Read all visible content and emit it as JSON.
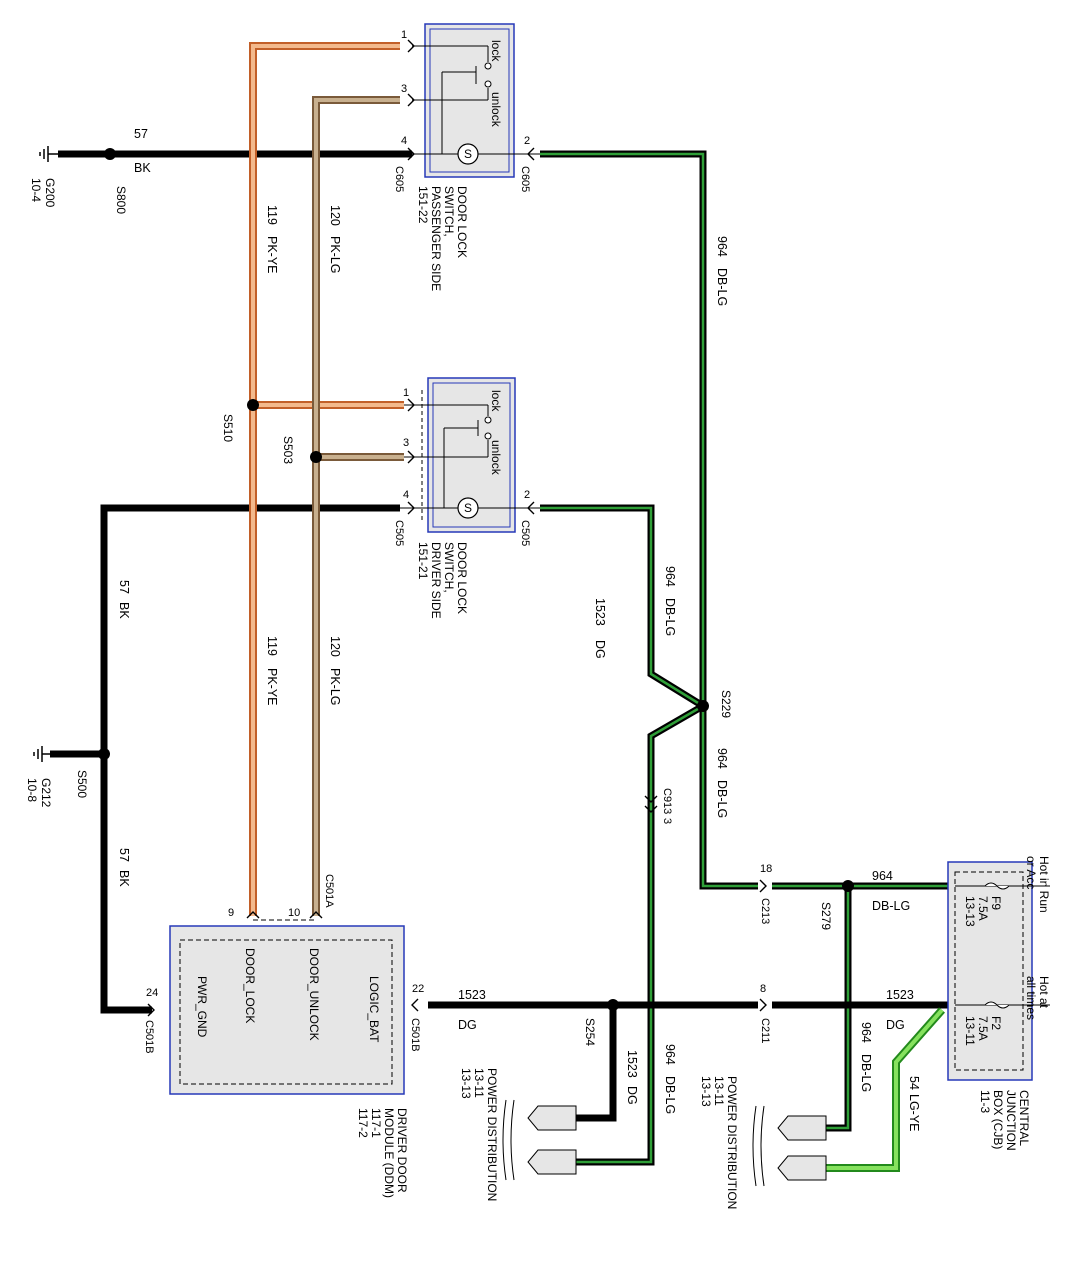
{
  "colors": {
    "black_wire": "#000000",
    "pk_ye_fill": "#f3b98c",
    "pk_ye_edge": "#c25f28",
    "pk_lg_fill": "#c8b08f",
    "pk_lg_edge": "#7a5a3a",
    "db_lg_stripe": "#2f9f38",
    "lg_ye_fill": "#86e25e",
    "lg_ye_edge": "#238a1c",
    "module_fill": "#e6e6e6",
    "module_border": "#2638b8"
  },
  "grounds": {
    "g200": {
      "name": "G200",
      "ref": "10-4"
    },
    "g212": {
      "name": "G212",
      "ref": "10-8"
    }
  },
  "splices": {
    "s800": "S800",
    "s510": "S510",
    "s503": "S503",
    "s500": "S500",
    "s229": "S229",
    "s279": "S279",
    "s254": "S254"
  },
  "wires": {
    "w57_top": {
      "circuit": "57",
      "color": "BK"
    },
    "w57_left": {
      "circuit": "57",
      "color": "BK"
    },
    "w57_left2": {
      "circuit": "57",
      "color": "BK"
    },
    "w119_top": {
      "circuit": "119",
      "color": "PK-YE"
    },
    "w119_mid": {
      "circuit": "119",
      "color": "PK-YE"
    },
    "w120_top": {
      "circuit": "120",
      "color": "PK-LG"
    },
    "w120_mid": {
      "circuit": "120",
      "color": "PK-LG"
    },
    "w964_right": {
      "circuit": "964",
      "color": "DB-LG"
    },
    "w964_mid": {
      "circuit": "964",
      "color": "DB-LG"
    },
    "w964_s229": {
      "circuit": "964",
      "color": "DB-LG"
    },
    "w1523_mid": {
      "circuit": "1523",
      "color": "DG"
    },
    "w1523_bot": {
      "circuit": "1523",
      "color": "DG"
    },
    "w1523_right": {
      "circuit": "1523",
      "color": "DG"
    },
    "w1523_pd": {
      "circuit": "1523",
      "color": "DG"
    },
    "w964_pd": {
      "circuit": "964",
      "color": "DB-LG"
    },
    "w964_cjb": {
      "circuit": "964",
      "color": "DB-LG"
    },
    "w964_s279": {
      "circuit": "964",
      "color": "DB-LG"
    },
    "w54": {
      "circuit": "54",
      "color": "LG-YE"
    }
  },
  "switches": {
    "passenger": {
      "lock": "lock",
      "unlock": "unlock",
      "pins": {
        "p1": "1",
        "p3": "3",
        "p4": "4",
        "p2": "2"
      },
      "conn_left": "C605",
      "conn_right": "C605",
      "label": [
        "DOOR LOCK",
        "SWITCH,",
        "PASSENGER SIDE",
        "151-22"
      ]
    },
    "driver": {
      "lock": "lock",
      "unlock": "unlock",
      "pins": {
        "p1": "1",
        "p3": "3",
        "p4": "4",
        "p2": "2"
      },
      "conn_left": "C505",
      "conn_right": "C505",
      "label": [
        "DOOR LOCK",
        "SWITCH,",
        "DRIVER SIDE",
        "151-21"
      ]
    }
  },
  "connectors": {
    "c913": "C913",
    "c913_pin": "3",
    "c213": "C213",
    "c213_pin": "18",
    "c211": "C211",
    "c211_pin": "8",
    "c501a": "C501A",
    "c501b_left": "C501B",
    "c501b_right": "C501B",
    "pin9": "9",
    "pin10": "10",
    "pin24": "24",
    "pin22": "22"
  },
  "ddm": {
    "pins": [
      "PWR_GND",
      "DOOR_LOCK",
      "DOOR_UNLOCK",
      "LOGIC_BAT"
    ],
    "label": [
      "DRIVER DOOR",
      "MODULE (DDM)",
      "117-1",
      "117-2"
    ]
  },
  "cjb": {
    "hot_run": [
      "Hot in Run",
      "or Acc"
    ],
    "hot_all": [
      "Hot at",
      "all times"
    ],
    "f9": [
      "F9",
      "7.5A",
      "13-13"
    ],
    "f2": [
      "F2",
      "7.5A",
      "13-11"
    ],
    "label": [
      "CENTRAL",
      "JUNCTION",
      "BOX (CJB)",
      "11-3"
    ]
  },
  "power_dist": {
    "left": [
      "POWER DISTRIBUTION",
      "13-11",
      "13-13"
    ],
    "right": [
      "POWER DISTRIBUTION",
      "13-11",
      "13-13"
    ]
  }
}
